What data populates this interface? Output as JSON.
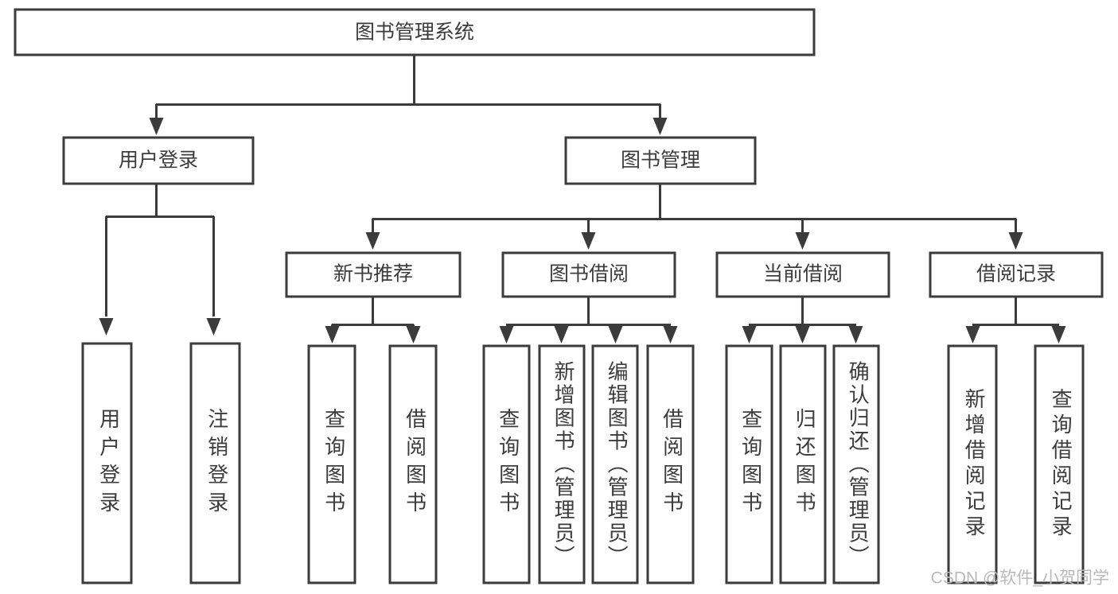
{
  "diagram": {
    "title_text": "图书管理系统",
    "type": "hierarchy-tree",
    "stroke_color": "#3b3b3b",
    "text_color": "#3c3c3c",
    "background_color": "#ffffff"
  },
  "root": {
    "label": "图书管理系统"
  },
  "level2": [
    {
      "label": "用户登录"
    },
    {
      "label": "图书管理"
    }
  ],
  "level3": [
    {
      "label": "新书推荐"
    },
    {
      "label": "图书借阅"
    },
    {
      "label": "当前借阅"
    },
    {
      "label": "借阅记录"
    }
  ],
  "leaves": {
    "user_login": [
      {
        "label": "用户登录"
      },
      {
        "label": "注销登录"
      }
    ],
    "new_book_recommend": [
      {
        "label": "查询图书"
      },
      {
        "label": "借阅图书"
      }
    ],
    "book_borrow": [
      {
        "label": "查询图书"
      },
      {
        "label": "新增图书（管理员）"
      },
      {
        "label": "编辑图书（管理员）"
      },
      {
        "label": "借阅图书"
      }
    ],
    "current_borrow": [
      {
        "label": "查询图书"
      },
      {
        "label": "归还图书"
      },
      {
        "label": "确认归还（管理员）"
      }
    ],
    "borrow_record": [
      {
        "label": "新增借阅记录"
      },
      {
        "label": "查询借阅记录"
      }
    ]
  },
  "watermark": {
    "text": "CSDN @软件_小贺同学"
  }
}
